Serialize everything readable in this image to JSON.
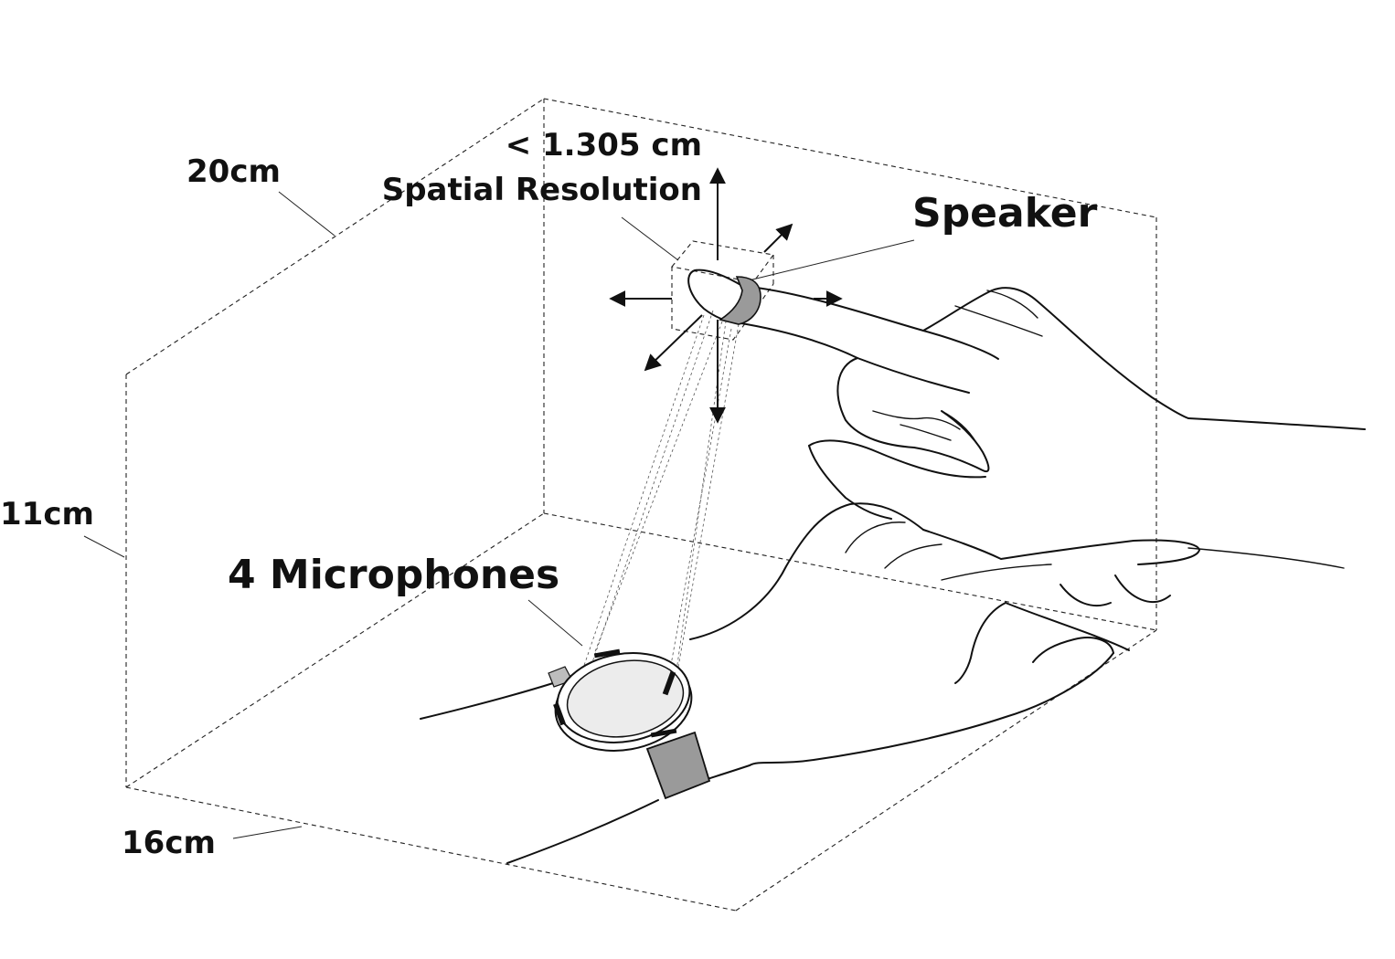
{
  "labels": {
    "width": "20cm",
    "height": "11cm",
    "depth": "16cm",
    "resolution_value": "< 1.305 cm",
    "resolution_caption": "Spatial Resolution",
    "speaker": "Speaker",
    "microphones": "4 Microphones"
  },
  "colors": {
    "ink": "#111111",
    "band": "#9a9a9a",
    "watch_face": "#ececec"
  }
}
